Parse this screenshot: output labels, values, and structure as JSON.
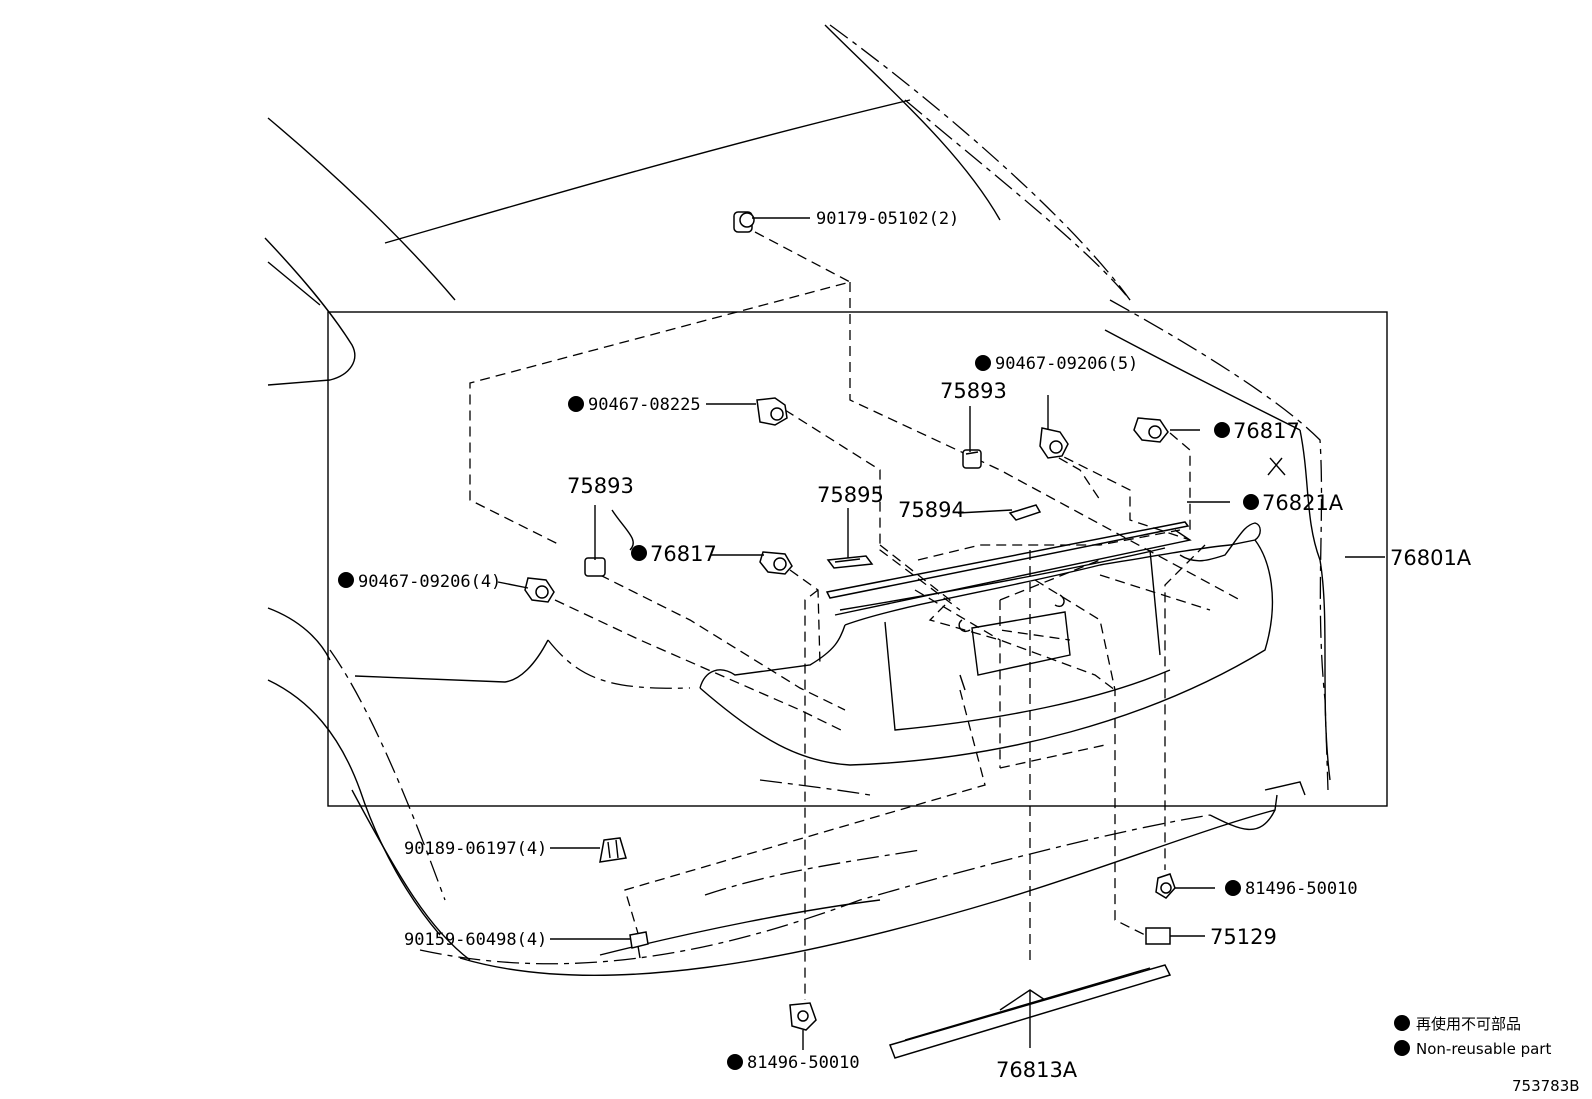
{
  "labels": {
    "p90179": "90179-05102(2)",
    "p90467_09206_5": "90467-09206(5)",
    "p75893_top": "75893",
    "p90467_08225": "90467-08225",
    "p76817_right": "76817",
    "p75895": "75895",
    "p75894": "75894",
    "p76821A": "76821A",
    "p75893_left": "75893",
    "p76817_left": "76817",
    "p90467_09206_4": "90467-09206(4)",
    "p76801A": "76801A",
    "p90189": "90189-06197(4)",
    "p90159": "90159-60498(4)",
    "p81496_right": "81496-50010",
    "p75129": "75129",
    "p81496_bottom": "81496-50010",
    "p76813A": "76813A"
  },
  "legend": {
    "jp": "再使用不可部品",
    "en": "Non-reusable part"
  },
  "diagram_code": "753783B"
}
